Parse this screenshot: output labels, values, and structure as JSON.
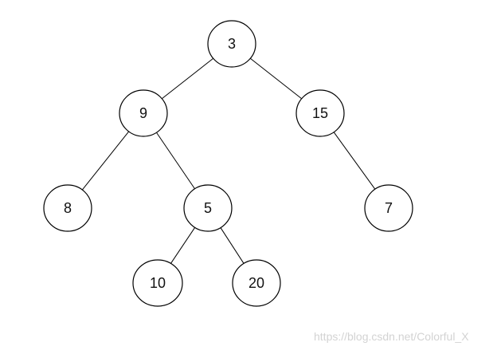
{
  "tree": {
    "nodes": [
      {
        "id": "n3",
        "label": "3"
      },
      {
        "id": "n9",
        "label": "9"
      },
      {
        "id": "n15",
        "label": "15"
      },
      {
        "id": "n8",
        "label": "8"
      },
      {
        "id": "n5",
        "label": "5"
      },
      {
        "id": "n7",
        "label": "7"
      },
      {
        "id": "n10",
        "label": "10"
      },
      {
        "id": "n20",
        "label": "20"
      }
    ],
    "edges": [
      {
        "from": "n3",
        "to": "n9"
      },
      {
        "from": "n3",
        "to": "n15"
      },
      {
        "from": "n9",
        "to": "n8"
      },
      {
        "from": "n9",
        "to": "n5"
      },
      {
        "from": "n15",
        "to": "n7"
      },
      {
        "from": "n5",
        "to": "n10"
      },
      {
        "from": "n5",
        "to": "n20"
      }
    ]
  },
  "watermark": "https://blog.csdn.net/Colorful_X"
}
